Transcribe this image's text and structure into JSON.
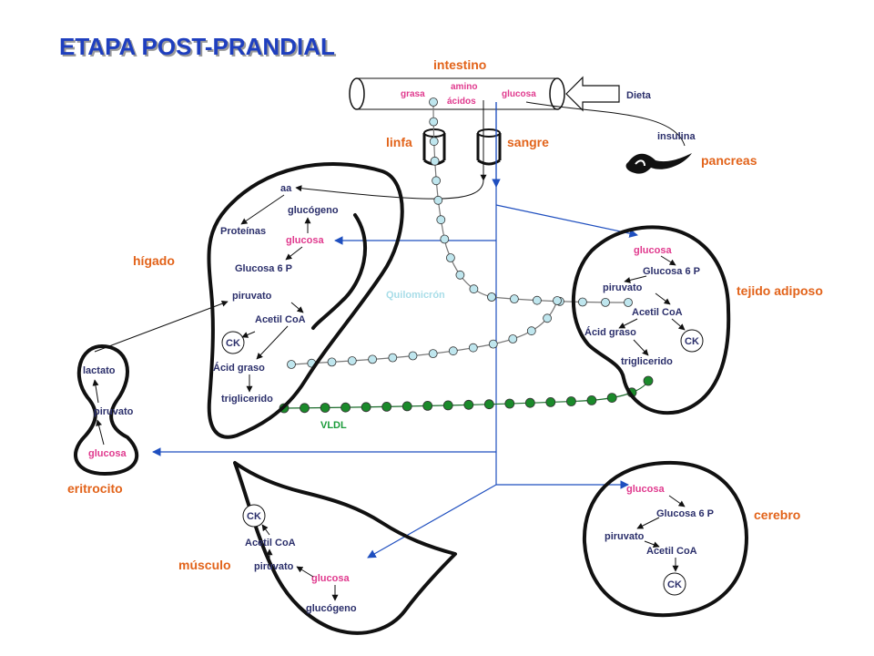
{
  "title": "ETAPA POST-PRANDIAL",
  "organs": {
    "intestino": "intestino",
    "linfa": "linfa",
    "sangre": "sangre",
    "pancreas": "pancreas",
    "higado": "hígado",
    "tejido_adiposo": "tejido adiposo",
    "eritrocito": "eritrocito",
    "musculo": "músculo",
    "cerebro": "cerebro"
  },
  "intestine": {
    "grasa": "grasa",
    "amino_1": "amino",
    "amino_2": "ácidos",
    "glucosa": "glucosa",
    "dieta": "Dieta",
    "insulina": "insulina"
  },
  "liver": {
    "aa": "aa",
    "glucogeno": "glucógeno",
    "proteinas": "Proteínas",
    "glucosa": "glucosa",
    "glucosa6p": "Glucosa 6 P",
    "piruvato": "piruvato",
    "acetilcoa": "Acetil CoA",
    "ck": "CK",
    "acidgraso": "Ácid graso",
    "triglicerido": "triglicerido"
  },
  "adipose": {
    "glucosa": "glucosa",
    "glucosa6p": "Glucosa 6 P",
    "piruvato": "piruvato",
    "acetilcoa": "Acetil CoA",
    "acidograso": "Ácid graso",
    "ck": "CK",
    "triglicerido": "triglicerido"
  },
  "erythrocyte": {
    "lactato": "lactato",
    "piruvato": "piruvato",
    "glucosa": "glucosa"
  },
  "muscle": {
    "ck": "CK",
    "acetilcoa": "Acetil CoA",
    "piruvato": "piruvato",
    "glucosa": "glucosa",
    "glucogeno": "glucógeno"
  },
  "brain": {
    "glucosa": "glucosa",
    "glucosa6p": "Glucosa 6 P",
    "piruvato": "piruvato",
    "acetilcoa": "Acetil CoA",
    "ck": "CK"
  },
  "transport": {
    "quilomicron": "Quilomicrón",
    "vldl": "VLDL"
  },
  "colors": {
    "title": "#1f3fbf",
    "organ_label": "#e2631a",
    "metabolite": "#2b2f6b",
    "sugar": "#e03a8e",
    "chylomicron": "#bfe6ee",
    "vldl": "#1a8a2a",
    "blood_vessel": "#1f4fbf"
  }
}
